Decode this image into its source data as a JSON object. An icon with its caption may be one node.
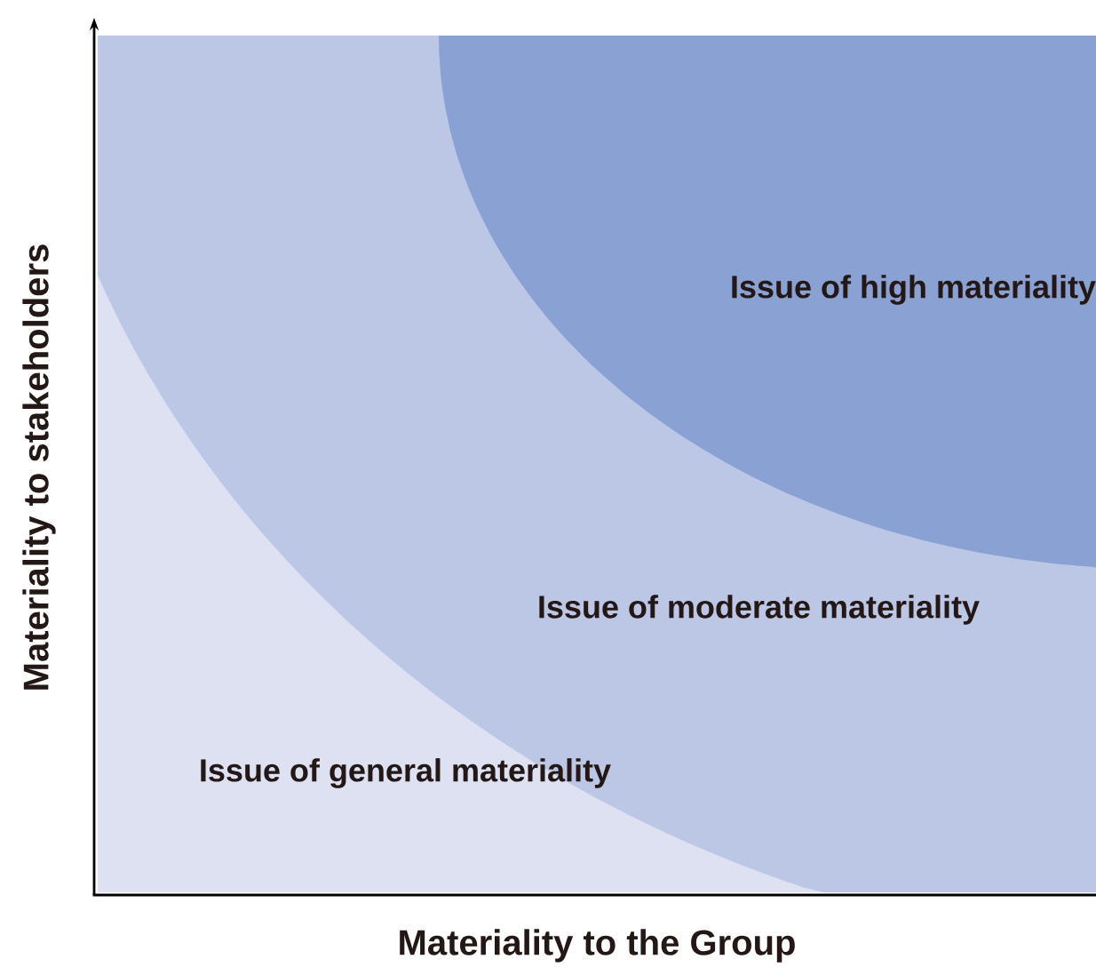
{
  "diagram": {
    "nodes": [
      {
        "text": [
          "Issue of general materiality"
        ]
      },
      {
        "text": [
          "Issue of moderate materiality"
        ],
        "in": 0
      },
      {
        "text": [
          "Issue of high materiality"
        ],
        "in": 1
      }
    ],
    "labels": [
      "Materiality to stakeholders",
      "Materiality to the Group"
    ]
  }
}
